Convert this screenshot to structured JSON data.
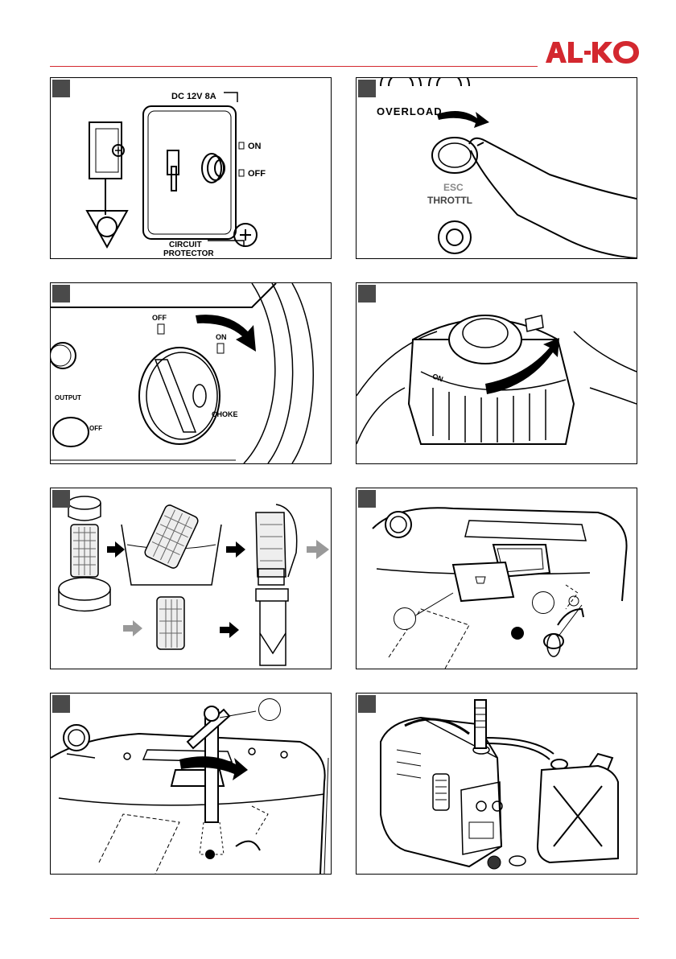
{
  "brand": {
    "logo_text": "AL-KO",
    "accent_color": "#d3282f"
  },
  "fig1": {
    "dc_label": "DC 12V 8A",
    "on_label": "ON",
    "off_label": "OFF",
    "circuit_label": "CIRCUIT",
    "protector_label": "PROTECTOR"
  },
  "fig2": {
    "overload_label": "OVERLOAD",
    "esc_label": "ESC",
    "throttle_label": "THROTTL"
  },
  "fig3": {
    "off_label": "OFF",
    "on_label": "ON",
    "output_label": "OUTPUT",
    "output_off_label": "OFF",
    "choke_label": "CHOKE"
  },
  "fig4": {
    "cap_text": "ON"
  }
}
